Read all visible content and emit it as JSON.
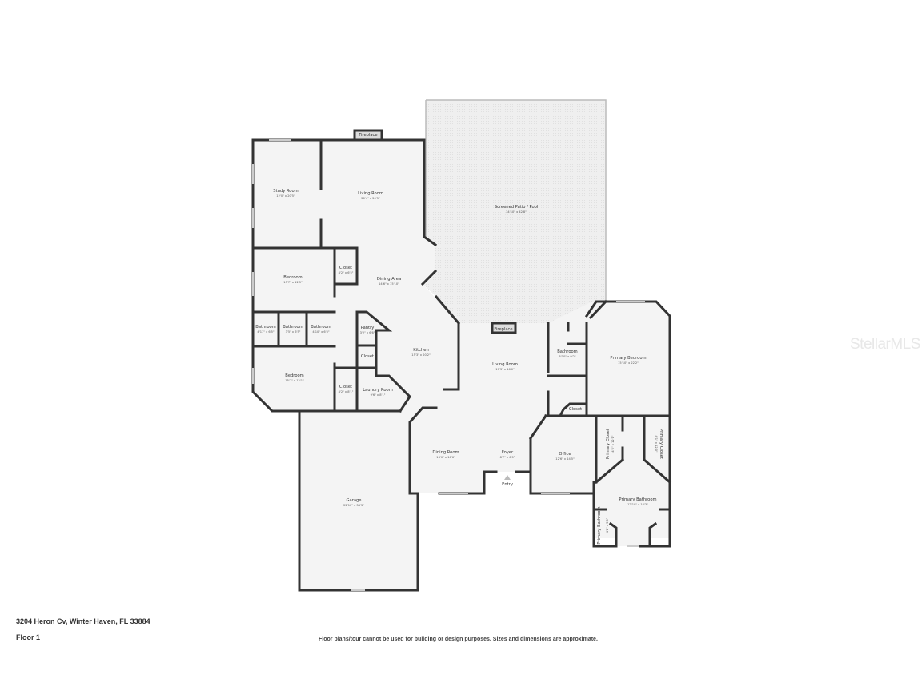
{
  "listing": {
    "address": "3204 Heron Cv, Winter Haven, FL 33884",
    "floor": "Floor 1",
    "disclaimer": "Floor plans/tour cannot be used for building or design purposes. Sizes and dimensions are approximate.",
    "watermark": "StellarMLS"
  },
  "colors": {
    "wall": "#333333",
    "floor_fill": "#f4f4f4",
    "patio_fill": "#eeeeee",
    "window": "#cccccc",
    "text": "#333333"
  },
  "rooms": {
    "study_room": {
      "name": "Study Room",
      "dims": "12'0\" x 20'5\""
    },
    "living_room_1": {
      "name": "Living Room",
      "dims": "20'4\" x 20'5\""
    },
    "fireplace_1": {
      "name": "Fireplace"
    },
    "screened_patio": {
      "name": "Screened Patio / Pool",
      "dims": "34'10\" x 42'8\""
    },
    "bedroom_1": {
      "name": "Bedroom",
      "dims": "15'7\" x 12'5\""
    },
    "closet_1": {
      "name": "Closet",
      "dims": "4'2\" x 6'5\""
    },
    "dining_area": {
      "name": "Dining Area",
      "dims": "14'6\" x 15'10\""
    },
    "bathroom_1": {
      "name": "Bathroom",
      "dims": "4'11\" x 6'5\""
    },
    "bathroom_2": {
      "name": "Bathroom",
      "dims": "3'5\" x 6'5\""
    },
    "bathroom_3": {
      "name": "Bathroom",
      "dims": "4'10\" x 6'5\""
    },
    "pantry": {
      "name": "Pantry",
      "dims": "3'2\" x 6'6\""
    },
    "closet_2": {
      "name": "Closet"
    },
    "kitchen": {
      "name": "Kitchen",
      "dims": "15'3\" x 20'2\""
    },
    "bedroom_2": {
      "name": "Bedroom",
      "dims": "15'7\" x 12'1\""
    },
    "closet_3": {
      "name": "Closet",
      "dims": "4'2\" x 8'1\""
    },
    "laundry_room": {
      "name": "Laundry Room",
      "dims": "9'6\" x 8'1\""
    },
    "fireplace_2": {
      "name": "Fireplace"
    },
    "living_room_2": {
      "name": "Living Room",
      "dims": "17'3\" x 16'0\""
    },
    "bathroom_4": {
      "name": "Bathroom",
      "dims": "6'10\" x 9'2\""
    },
    "primary_bedroom": {
      "name": "Primary Bedroom",
      "dims": "15'10\" x 22'2\""
    },
    "closet_4": {
      "name": "Closet"
    },
    "dining_room": {
      "name": "Dining Room",
      "dims": "13'0\" x 16'6\""
    },
    "foyer": {
      "name": "Foyer",
      "dims": "8'7\" x 6'0\""
    },
    "entry": {
      "name": "Entry"
    },
    "office": {
      "name": "Office",
      "dims": "12'6\" x 14'5\""
    },
    "primary_closet_1": {
      "name": "Primary Closet",
      "dims": "4'0\" x 12'1\""
    },
    "primary_closet_2": {
      "name": "Primary Closet",
      "dims": "4'1\" x 12'0\""
    },
    "primary_bathroom_1": {
      "name": "Primary Bathroom",
      "dims": "12'10\" x 16'3\""
    },
    "primary_bathroom_2": {
      "name": "Primary Bathroom",
      "dims": "4'2\" x 5'0\""
    },
    "garage": {
      "name": "Garage",
      "dims": "22'10\" x 34'3\""
    }
  }
}
